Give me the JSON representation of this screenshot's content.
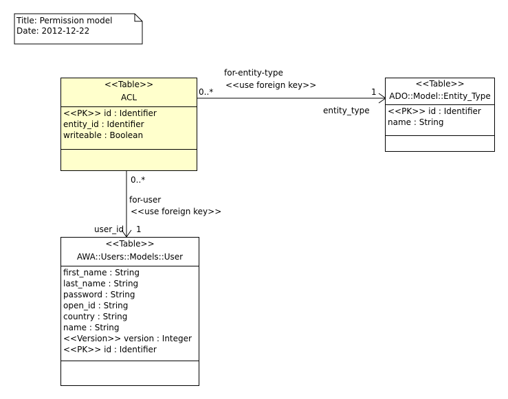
{
  "note": {
    "title_line": "Title: Permission model",
    "date_line": "Date: 2012-12-22"
  },
  "classes": {
    "acl": {
      "stereotype": "<<Table>>",
      "name": "ACL",
      "attributes": [
        "<<PK>> id : Identifier",
        "entity_id : Identifier",
        "writeable : Boolean"
      ]
    },
    "entity_type": {
      "stereotype": "<<Table>>",
      "name": "ADO::Model::Entity_Type",
      "attributes": [
        "<<PK>> id : Identifier",
        "name : String"
      ]
    },
    "user": {
      "stereotype": "<<Table>>",
      "name": "AWA::Users::Models::User",
      "attributes": [
        "first_name : String",
        "last_name : String",
        "password : String",
        "open_id : String",
        "country : String",
        "name : String",
        "<<Version>> version : Integer",
        "<<PK>> id : Identifier"
      ]
    }
  },
  "associations": {
    "acl_entity_type": {
      "name": "for-entity-type",
      "stereotype": "<<use foreign key>>",
      "source_multiplicity": "0..*",
      "target_multiplicity": "1",
      "target_role": "entity_type"
    },
    "acl_user": {
      "name": "for-user",
      "stereotype": "<<use foreign key>>",
      "source_multiplicity": "0..*",
      "target_multiplicity": "1",
      "target_role": "user_id"
    }
  },
  "colors": {
    "acl_fill": "#ffffcc",
    "line": "#000000",
    "background": "#ffffff"
  }
}
